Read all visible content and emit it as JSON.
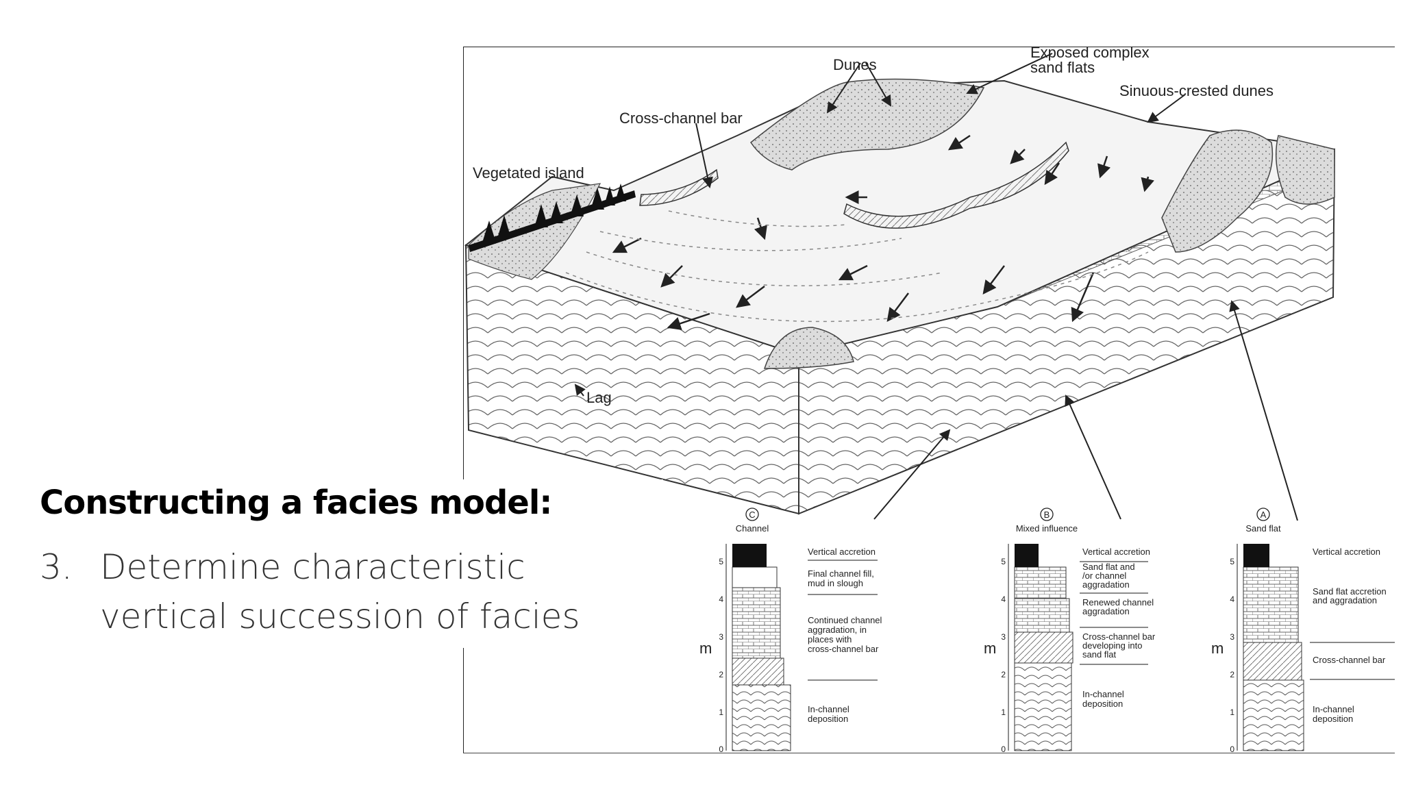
{
  "slide": {
    "heading": "Constructing a facies model:",
    "item_number": "3.",
    "item_text": "Determine characteristic vertical succession of facies"
  },
  "diagram": {
    "block_labels": {
      "dunes": "Dunes",
      "exposed_line1": "Exposed complex",
      "exposed_line2": "sand flats",
      "sinuous": "Sinuous-crested dunes",
      "cross_channel_bar": "Cross-channel bar",
      "vegetated_island": "Vegetated island",
      "lag": "Lag"
    },
    "axis_unit": "m",
    "scale_ticks": [
      "0",
      "1",
      "2",
      "3",
      "4",
      "5"
    ],
    "columns": [
      {
        "letter": "C",
        "title": "Channel",
        "notes": [
          [
            "Vertical accretion"
          ],
          [
            "Final channel fill,",
            "mud in slough"
          ],
          [
            "Continued channel",
            "aggradation, in",
            "places with",
            "cross-channel bar"
          ],
          [
            "In-channel",
            "deposition"
          ]
        ]
      },
      {
        "letter": "B",
        "title": "Mixed influence",
        "notes": [
          [
            "Vertical accretion"
          ],
          [
            "Sand flat and",
            "/or channel",
            "aggradation"
          ],
          [
            "Renewed channel",
            "aggradation"
          ],
          [
            "Cross-channel bar",
            "developing into",
            "sand flat"
          ],
          [
            "In-channel",
            "deposition"
          ]
        ]
      },
      {
        "letter": "A",
        "title": "Sand flat",
        "notes": [
          [
            "Vertical accretion"
          ],
          [
            "Sand flat accretion",
            "and aggradation"
          ],
          [
            "Cross-channel bar"
          ],
          [
            "In-channel",
            "deposition"
          ]
        ]
      }
    ]
  }
}
